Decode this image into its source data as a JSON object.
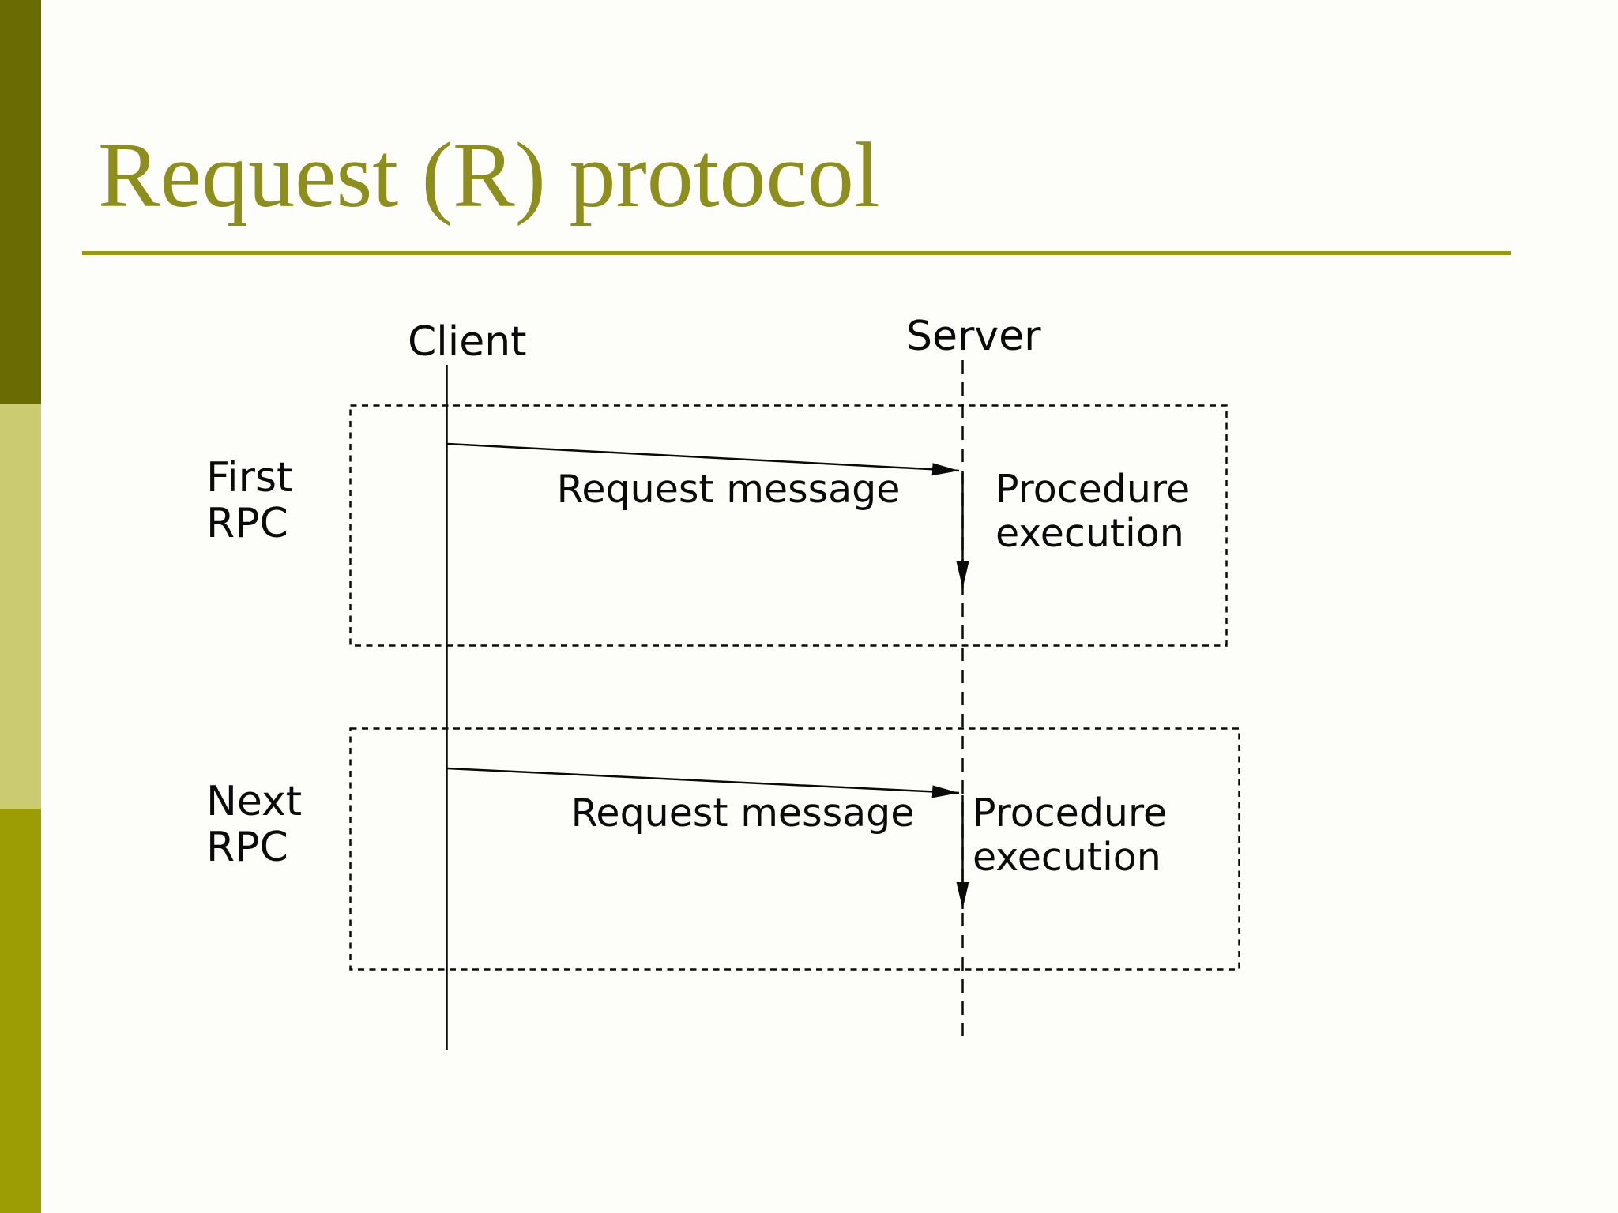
{
  "slide": {
    "title": "Request (R) protocol",
    "background": "#fdfef9"
  },
  "colors": {
    "title_text": "#8e8e1c",
    "title_rule": "#9a9a10",
    "rail_top": "#6b6b04",
    "rail_middle": "#cbcb72",
    "rail_bottom": "#9c9c04",
    "diagram_ink": "#0a0a0a"
  },
  "diagram": {
    "client_label": "Client",
    "server_label": "Server",
    "groups": [
      {
        "label": "First\nRPC",
        "message_label": "Request message",
        "execution_label": "Procedure\nexecution"
      },
      {
        "label": "Next\nRPC",
        "message_label": "Request message",
        "execution_label": "Procedure\nexecution"
      }
    ]
  }
}
